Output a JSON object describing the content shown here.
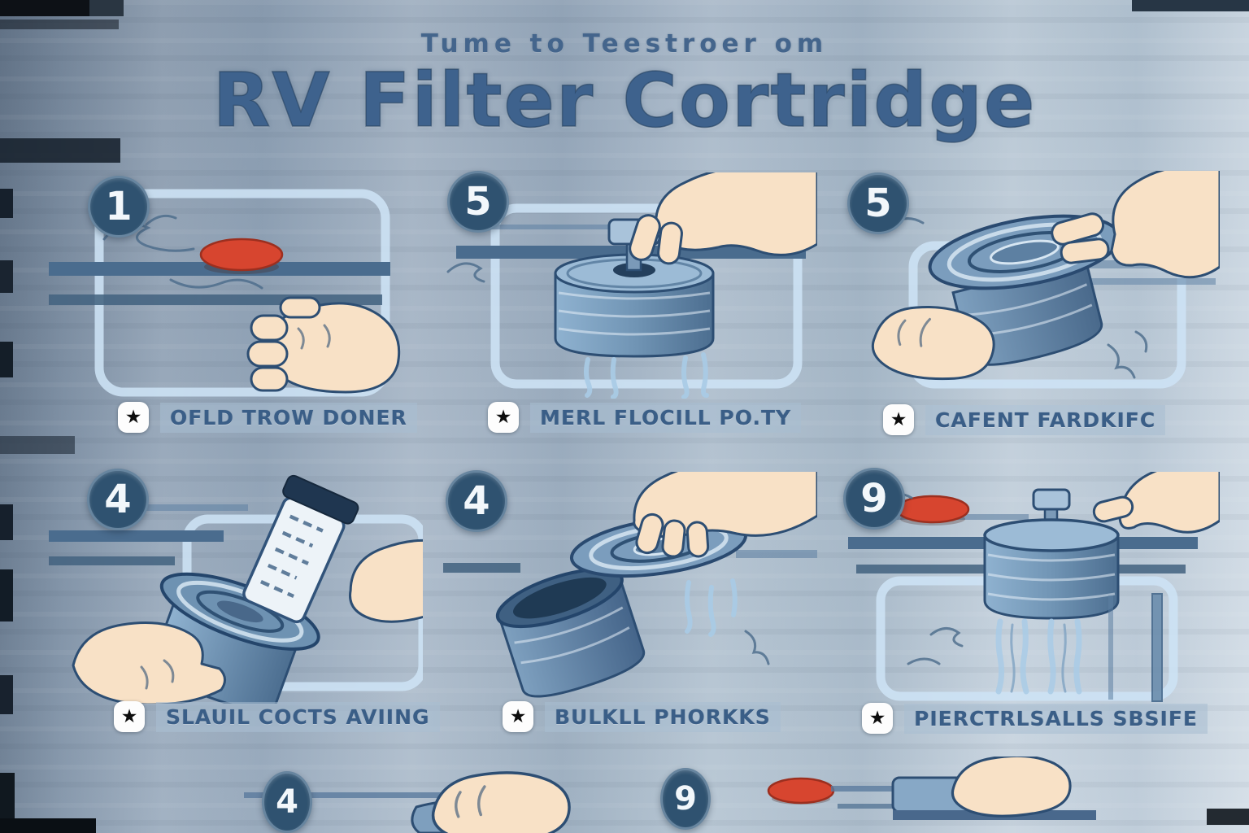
{
  "header": {
    "subtitle": "Tume to Teestroer om",
    "title": "RV Filter Cortridge"
  },
  "steps": [
    {
      "number": "1",
      "caption": "OFLD TROW DONER",
      "illustration": "hand-turning-red-valve-on-pipe"
    },
    {
      "number": "5",
      "caption": "MERL FLOCILL PO.TY",
      "illustration": "hand-lifting-cap-from-filter-canister"
    },
    {
      "number": "5",
      "caption": "CAFENT FARDKIFC",
      "illustration": "hands-twisting-canister-lid"
    },
    {
      "number": "4",
      "caption": "SLAUIL COCTS AVIING",
      "illustration": "pouring-measuring-cup-into-canister"
    },
    {
      "number": "4",
      "caption": "BULKLL PHORKKS",
      "illustration": "hand-placing-lid-on-open-canister"
    },
    {
      "number": "9",
      "caption": "PIERCTRLSALLS SBSIFE",
      "illustration": "water-flushing-through-filter"
    }
  ],
  "partial_steps": [
    {
      "number": "4"
    },
    {
      "number": "9"
    }
  ],
  "icons": {
    "star": "★"
  },
  "colors": {
    "title_blue": "#3e628d",
    "badge_bg": "#2f5270",
    "accent_red": "#d7452f",
    "panel_outline": "#cde2f5",
    "pipe_blue": "#4a6c8e",
    "skin": "#f8e1c6",
    "caption_blue": "#3a5e87"
  }
}
